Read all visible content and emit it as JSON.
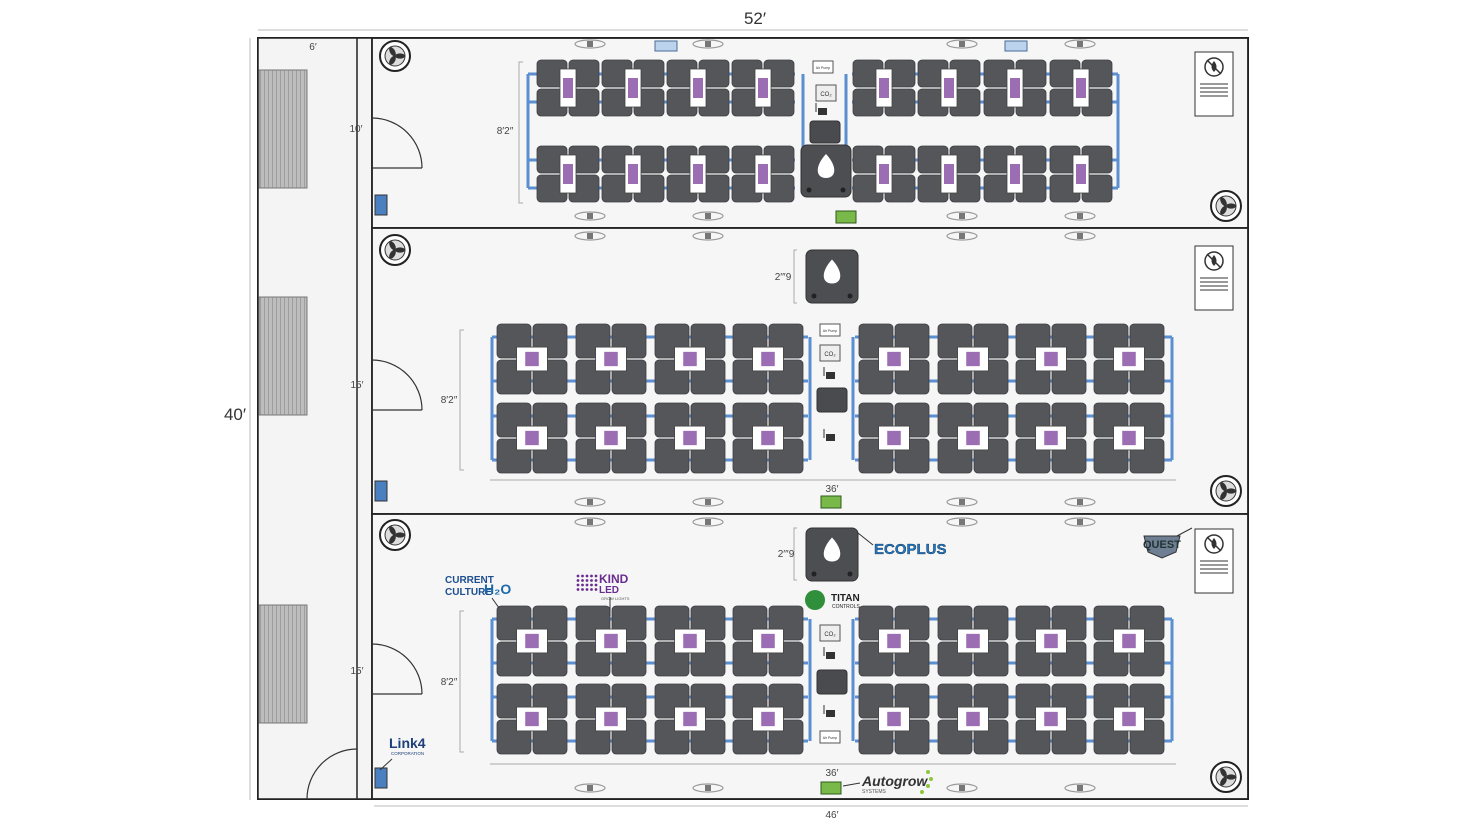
{
  "dimensions": {
    "width_label": "52′",
    "height_label": "40′",
    "hallway_width": "6′",
    "room1_depth": "10′",
    "room2_depth": "15′",
    "room3_depth": "15′",
    "table_span_1": "8′2″",
    "table_span_2": "8′2″",
    "table_span_3": "8′2″",
    "reservoir_1": "2′″9",
    "reservoir_2": "2′″9",
    "row_length_2": "36′",
    "row_length_3": "36′",
    "room_width": "46′"
  },
  "labels": {
    "co2": "CO₂",
    "air_pump": "Air Pump"
  },
  "logos": {
    "ecoplus": "ECOPLUS",
    "titan": "TITAN",
    "titan_sub": "CONTROLS",
    "quest": "QUEST",
    "current_culture_1": "CURRENT",
    "current_culture_2": "CULTURE",
    "current_culture_3": "H₂O",
    "kind": "KIND",
    "kind_sub": "LED",
    "kind_tag": "GROW LIGHTS",
    "link4": "Link4",
    "link4_sub": "CORPORATION",
    "autogrow": "Autogrow",
    "autogrow_sub": "SYSTEMS"
  },
  "colors": {
    "table": "#555659",
    "table_edge": "#3e3f42",
    "pipe": "#5b8fd1",
    "light_fixture": "#ffffff",
    "light_dots": "#7a3d9a",
    "room_fill": "#f4f4f4",
    "wall": "#222222",
    "vent": "#9a9a9a",
    "ecoplus_blue": "#1e78c8",
    "titan_green": "#2f8f3a",
    "autogrow_green": "#8cc63f",
    "kind_purple": "#6a2c91"
  }
}
